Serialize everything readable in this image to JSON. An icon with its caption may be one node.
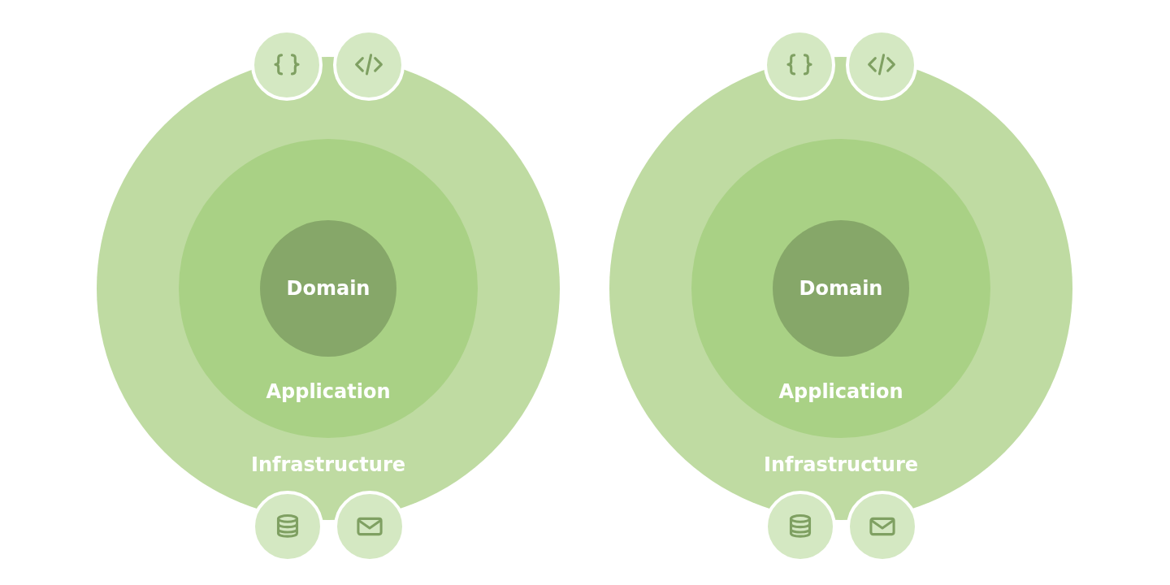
{
  "diagram": {
    "nodes": [
      {
        "text": [
          "Infrastructure"
        ]
      },
      {
        "text": [
          "Application"
        ],
        "in": 0
      },
      {
        "text": [
          "Domain"
        ],
        "in": 1
      },
      {
        "text": [],
        "shape": "circle"
      },
      {
        "text": [],
        "shape": "circle"
      },
      {
        "text": [],
        "shape": "circle"
      },
      {
        "text": [],
        "shape": "circle"
      },
      {
        "text": [
          "Infrastructure"
        ]
      },
      {
        "text": [
          "Application"
        ],
        "in": 7
      },
      {
        "text": [
          "Domain"
        ],
        "in": 8
      },
      {
        "text": [],
        "shape": "circle"
      },
      {
        "text": [],
        "shape": "circle"
      },
      {
        "text": [],
        "shape": "circle"
      },
      {
        "text": [],
        "shape": "circle"
      }
    ]
  }
}
